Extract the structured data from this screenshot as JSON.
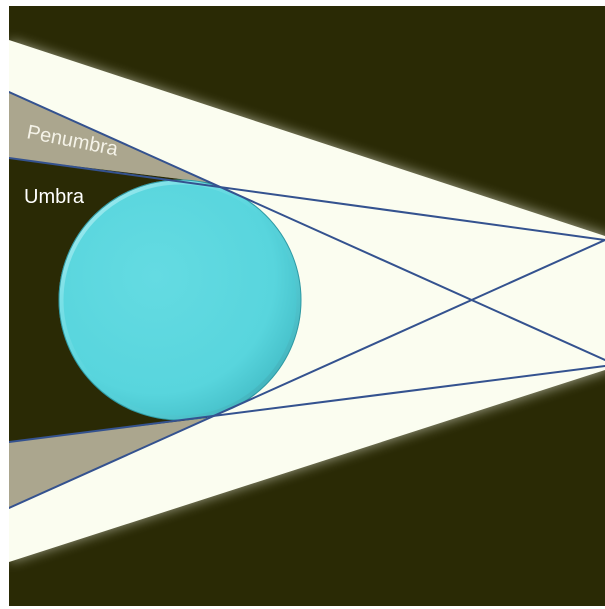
{
  "diagram": {
    "labels": {
      "penumbra": "Penumbra",
      "umbra": "Umbra"
    },
    "colors": {
      "page_background": "#ffffff",
      "dark_background": "#2a2a05",
      "light_beam": "#fbfdf0",
      "penumbra_fill": "#aba68e",
      "umbra_fill": "#2a2a05",
      "sphere_fill": "#58d5dd",
      "sphere_highlight": "#b6f2f6",
      "ray_color": "#34528f",
      "penumbra_text": "#f5f3e8",
      "umbra_text": "#ffffff"
    },
    "icons": {
      "occluding_body": "circle-sphere"
    }
  }
}
